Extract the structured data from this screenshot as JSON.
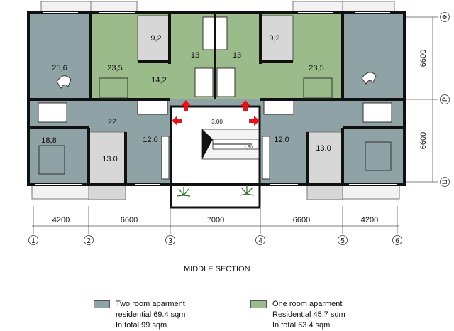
{
  "colors": {
    "two_room": "#8fa3a6",
    "one_room": "#9cbb8a",
    "corridor": "#8fa3a6",
    "wall": "#111111",
    "stair": "#ffffff",
    "loggia": "#d7d7d7",
    "arrow": "#e4121b"
  },
  "rooms": {
    "r25_6": "25,6",
    "r23_5_left": "23,5",
    "r9_2_left": "9,2",
    "r13_left": "13",
    "r13_right": "13",
    "r9_2_right": "9,2",
    "r23_5_right": "23,5",
    "r14_2": "14,2",
    "r22": "22",
    "r18_8": "18,8",
    "r13_0_left": "13.0",
    "r12_0_left": "12.0",
    "r12_0_right": "12.0",
    "r13_0_right": "13.0",
    "stair_width": "3,00",
    "stair_landing": "1,50"
  },
  "axes": {
    "numbers": [
      "1",
      "2",
      "3",
      "4",
      "5",
      "6"
    ],
    "spans": [
      "4200",
      "6600",
      "7000",
      "6600",
      "4200"
    ],
    "rows": [
      "Ф",
      "Р",
      "Ц"
    ],
    "row_spans": [
      "6600",
      "6600"
    ]
  },
  "caption": "MIDDLE SECTION",
  "legend": {
    "two_room": {
      "name": "Two room aparment",
      "residential": "residential  69.4  sqm",
      "total": "In total 99 sqm"
    },
    "one_room": {
      "name": "One room aparment",
      "residential": "Residential 45.7 sqm",
      "total": "In total 63.4  sqm"
    }
  }
}
